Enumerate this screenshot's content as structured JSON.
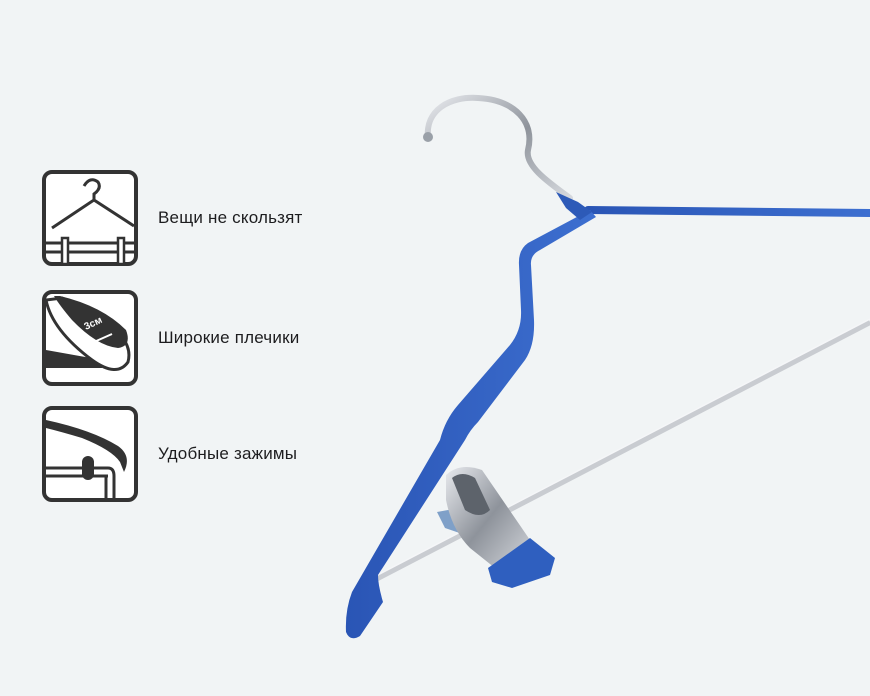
{
  "features": [
    {
      "label": "Вещи не скользят",
      "icon": "hanger-icon"
    },
    {
      "label": "Широкие плечики",
      "icon": "wide-shoulder-icon",
      "icon_text": "3см"
    },
    {
      "label": "Удобные зажимы",
      "icon": "clip-icon"
    }
  ],
  "colors": {
    "background": "#f1f4f5",
    "hanger_blue": "#2f5fbf",
    "icon_stroke": "#333333"
  }
}
